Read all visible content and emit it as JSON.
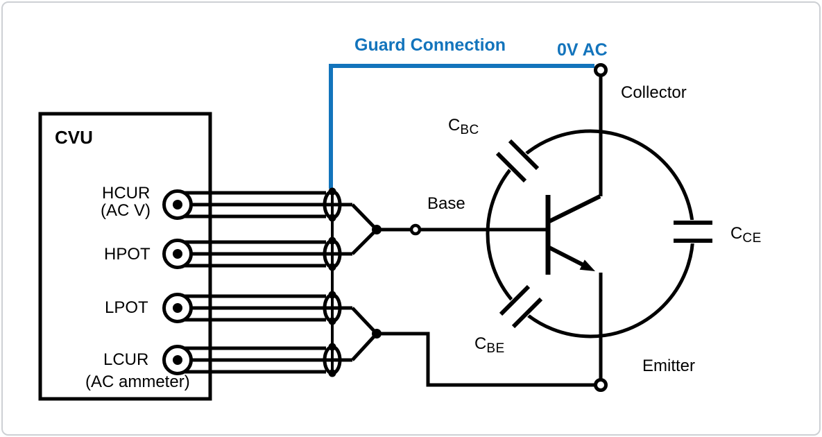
{
  "cvu": {
    "title": "CVU",
    "terminals": [
      {
        "label": "HCUR",
        "sublabel": "(AC V)"
      },
      {
        "label": "HPOT",
        "sublabel": ""
      },
      {
        "label": "LPOT",
        "sublabel": ""
      },
      {
        "label": "LCUR",
        "sublabel": "(AC ammeter)"
      }
    ]
  },
  "guard": {
    "label": "Guard Connection",
    "voltage": "0V AC"
  },
  "transistor": {
    "collector": "Collector",
    "base": "Base",
    "emitter": "Emitter"
  },
  "capacitors": [
    {
      "symbol": "C",
      "sub": "BC"
    },
    {
      "symbol": "C",
      "sub": "BE"
    },
    {
      "symbol": "C",
      "sub": "CE"
    }
  ],
  "colors": {
    "guard_blue": "#1374bc",
    "wire": "#000000",
    "frame": "#cdd0d4"
  }
}
